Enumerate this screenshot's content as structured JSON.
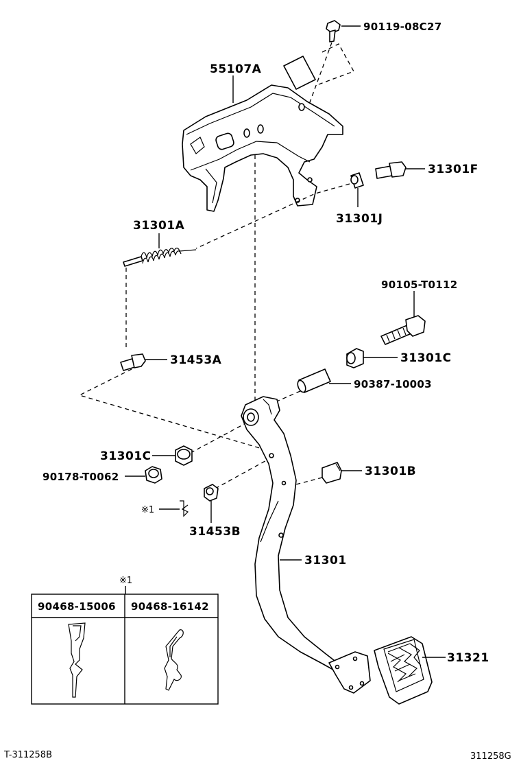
{
  "parts": {
    "p90119": "90119-08C27",
    "p55107A": "55107A",
    "p31301F": "31301F",
    "p31301J": "31301J",
    "p31301A": "31301A",
    "p90105": "90105-T0112",
    "p31453A": "31453A",
    "p31301C_right": "31301C",
    "p90387": "90387-10003",
    "p31301C_left": "31301C",
    "p90178": "90178-T0062",
    "p31301B": "31301B",
    "p31453B": "31453B",
    "p31301": "31301",
    "p31321": "31321",
    "note_ref": "※1"
  },
  "table": {
    "mark": "※1",
    "col1": "90468-15006",
    "col2": "90468-16142"
  },
  "footer": {
    "left_code": "T-311258B",
    "right_code": "311258G"
  },
  "colors": {
    "line": "#000000",
    "background": "#ffffff"
  }
}
